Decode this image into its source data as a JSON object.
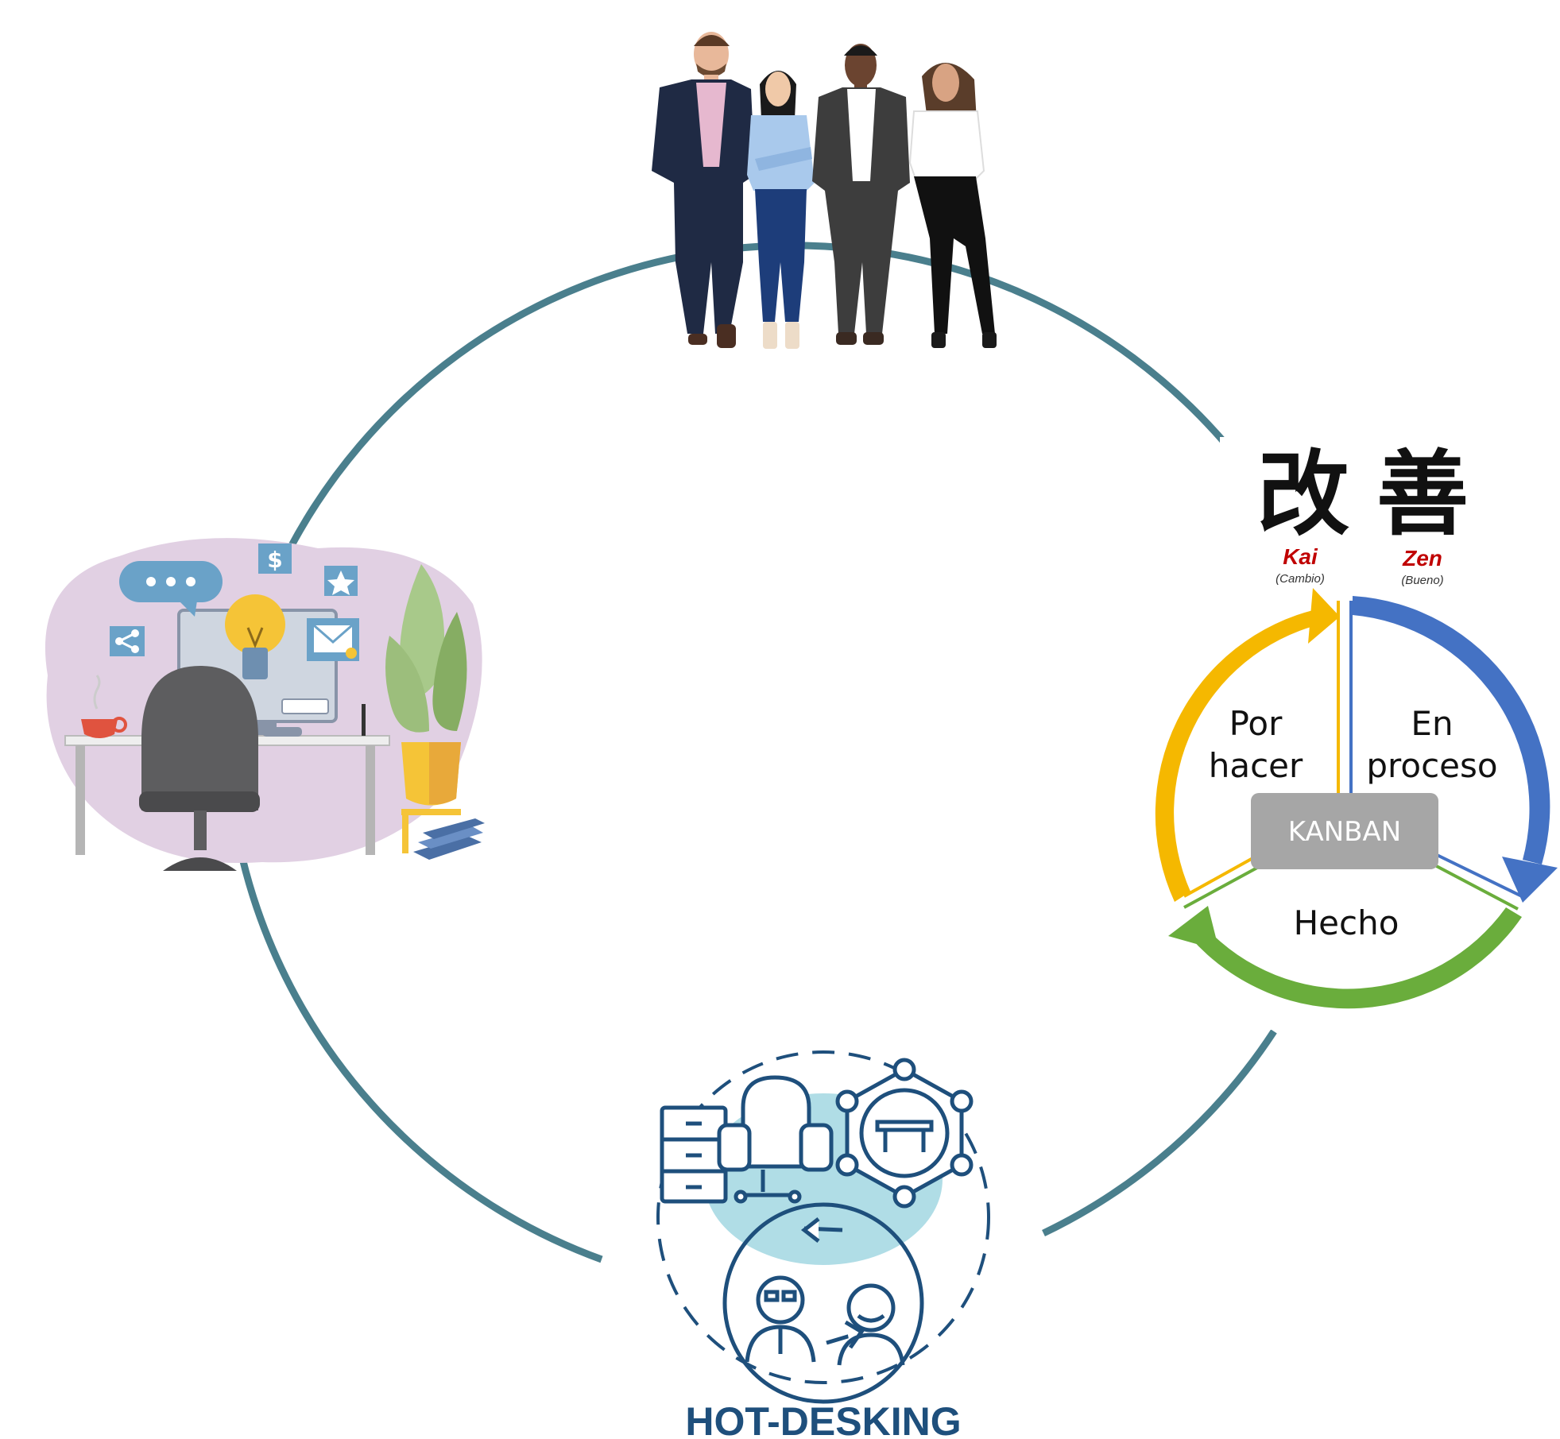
{
  "colors": {
    "main_circle": "#4a7f8d",
    "todo_arrow": "#f5b800",
    "in_progress_arrow": "#4472c4",
    "done_arrow": "#6aad3c",
    "kanban_box": "#a6a6a6",
    "hotdesk_line": "#1e4f7c",
    "hotdesk_blob": "#b0dde6",
    "office_blob": "#e1d0e3"
  },
  "kaizen": {
    "char_kai": "改",
    "char_zen": "善",
    "kai": {
      "word": "Kai",
      "meaning": "(Cambio)"
    },
    "zen": {
      "word": "Zen",
      "meaning": "(Bueno)"
    }
  },
  "kanban": {
    "center_label": "KANBAN",
    "todo_label": [
      "Por",
      "hacer"
    ],
    "in_progress_label": [
      "En",
      "proceso"
    ],
    "done_label": "Hecho"
  },
  "hotdesk": {
    "label": "HOT-DESKING",
    "icons": [
      "desk-chair-icon",
      "shared-desk-network-icon",
      "swap-people-icon"
    ]
  },
  "office": {
    "icons": [
      "chat-bubble-icon",
      "dollar-icon",
      "star-icon",
      "share-icon",
      "mail-icon",
      "lightbulb-icon",
      "coffee-cup-icon",
      "monitor-icon",
      "office-chair-icon",
      "plant-icon",
      "books-icon"
    ]
  },
  "team": {
    "icons": [
      "businessman-bearded-icon",
      "businesswoman-blue-icon",
      "businessman-grey-icon",
      "businesswoman-white-icon"
    ]
  }
}
